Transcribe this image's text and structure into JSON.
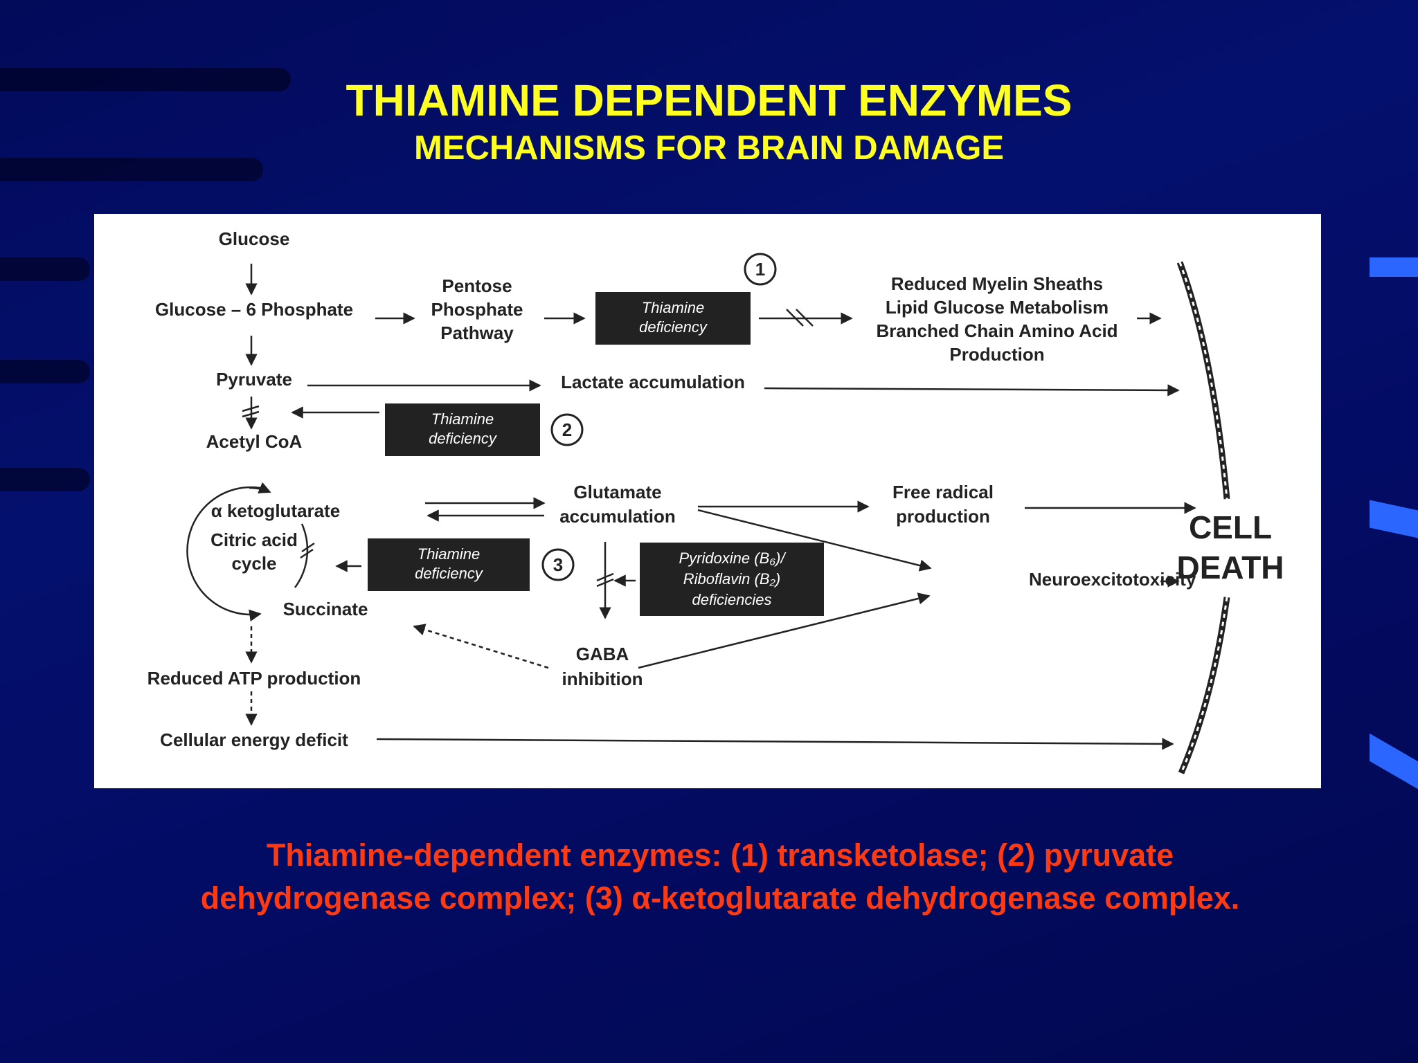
{
  "slide": {
    "title": "THIAMINE DEPENDENT ENZYMES",
    "subtitle": "MECHANISMS FOR BRAIN DAMAGE",
    "caption": "Thiamine-dependent enzymes: (1) transketolase; (2) pyruvate dehydrogenase complex; (3) α-ketoglutarate dehydrogenase complex."
  },
  "colors": {
    "background": "#03106a",
    "title": "#ffff22",
    "caption": "#ff3a12",
    "panel": "#ffffff",
    "box": "#222222"
  },
  "diagram": {
    "nodes": {
      "glucose": "Glucose",
      "g6p": "Glucose – 6 Phosphate",
      "pentose_1": "Pentose",
      "pentose_2": "Phosphate",
      "pentose_3": "Pathway",
      "pyruvate": "Pyruvate",
      "lactate": "Lactate accumulation",
      "acetyl_coa": "Acetyl CoA",
      "alpha_kg": "α ketoglutarate",
      "citric_1": "Citric acid",
      "citric_2": "cycle",
      "succinate": "Succinate",
      "glutamate_1": "Glutamate",
      "glutamate_2": "accumulation",
      "gaba_1": "GABA",
      "gaba_2": "inhibition",
      "free_radical_1": "Free radical",
      "free_radical_2": "production",
      "neuroexcitotoxicity": "Neuroexcitotoxicity",
      "reduced_atp": "Reduced ATP production",
      "energy_deficit": "Cellular energy deficit",
      "reduced_1": "Reduced Myelin Sheaths",
      "reduced_2": "Lipid Glucose Metabolism",
      "reduced_3": "Branched Chain Amino Acid",
      "reduced_4": "Production",
      "cell_1": "CELL",
      "cell_2": "DEATH"
    },
    "boxes": {
      "td1_1": "Thiamine",
      "td1_2": "deficiency",
      "td2_1": "Thiamine",
      "td2_2": "deficiency",
      "td3_1": "Thiamine",
      "td3_2": "deficiency",
      "pyr_1": "Pyridoxine (B₆)/",
      "pyr_2": "Riboflavin (B₂)",
      "pyr_3": "deficiencies"
    },
    "markers": {
      "m1": "1",
      "m2": "2",
      "m3": "3"
    }
  }
}
